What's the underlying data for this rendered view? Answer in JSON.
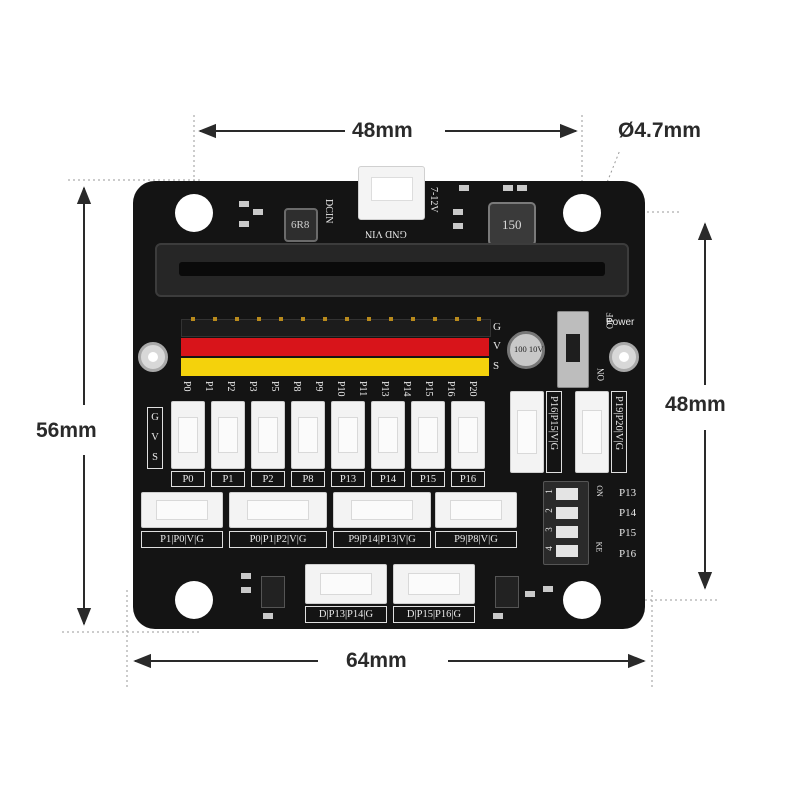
{
  "dimensions": {
    "top_width": "48mm",
    "hole_diameter": "Ø4.7mm",
    "left_height": "56mm",
    "right_height": "48mm",
    "bottom_width": "64mm"
  },
  "board": {
    "inductor_left": "6R8",
    "inductor_right": "150",
    "dcin_label": "DCIN",
    "voltage_label": "7-12V",
    "gnd_vin_label": "GND VIN",
    "power_label": "Power",
    "off_label": "OFF",
    "on_label": "ON",
    "capacitor_label": "100 10V",
    "rail_labels": [
      "G",
      "V",
      "S"
    ],
    "header_pins": [
      "P0",
      "P1",
      "P2",
      "P3",
      "P5",
      "P8",
      "P9",
      "P10",
      "P11",
      "P13",
      "P14",
      "P15",
      "P16",
      "P20"
    ],
    "gvs_labels": [
      "G",
      "V",
      "S"
    ],
    "connector_row_labels": [
      "P0",
      "P1",
      "P2",
      "P8",
      "P13",
      "P14",
      "P15",
      "P16"
    ],
    "side_connector_labels": [
      "P16|P15|V|G",
      "P19|P20|V|G"
    ],
    "four_pin_labels": [
      "P1|P0|V|G",
      "P0|P1|P2|V|G",
      "P9|P14|P13|V|G",
      "P9|P8|V|G"
    ],
    "bottom_labels": [
      "D|P13|P14|G",
      "D|P15|P16|G"
    ],
    "dip_switch_pins": [
      "P13",
      "P14",
      "P15",
      "P16"
    ],
    "dip_switch_numbers": [
      "1",
      "2",
      "3",
      "4"
    ],
    "dip_on_label": "ON",
    "dip_ke_label": "KE"
  },
  "colors": {
    "board": "#141414",
    "pin_black": "#1c1c1c",
    "pin_red": "#d8141a",
    "pin_yellow": "#f4d20c",
    "connector": "#f3f3f3",
    "dimension_text": "#2a2a2a"
  }
}
